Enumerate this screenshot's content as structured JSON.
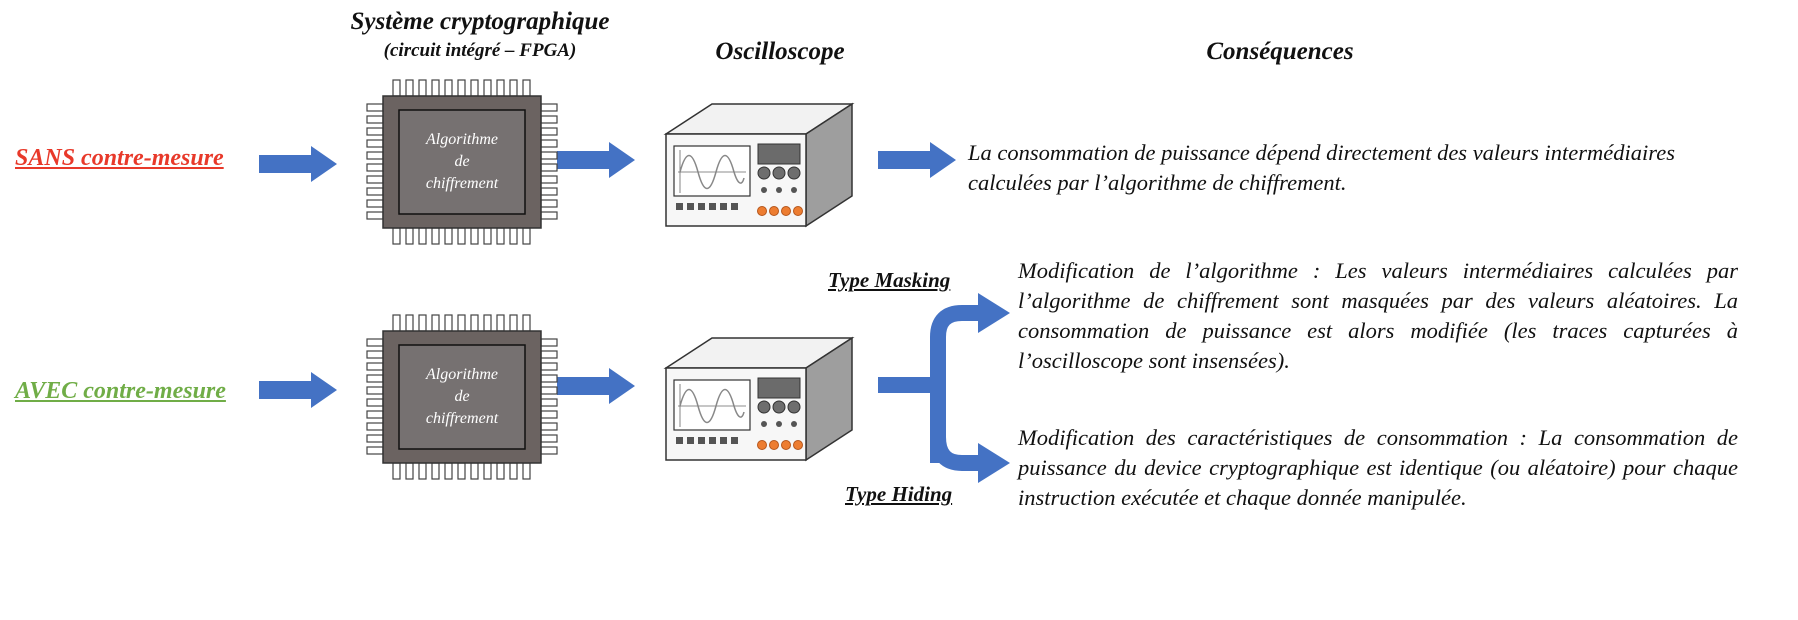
{
  "headers": {
    "system_title": "Système cryptographique",
    "system_sub": "(circuit intégré – FPGA)",
    "oscilloscope": "Oscilloscope",
    "consequences": "Conséquences"
  },
  "rows": {
    "sans": {
      "label": "SANS contre-mesure",
      "color": "#e8392a"
    },
    "avec": {
      "label": "AVEC contre-mesure",
      "color": "#70ad47"
    }
  },
  "chip": {
    "line1": "Algorithme",
    "line2": "de",
    "line3": "chiffrement"
  },
  "types": {
    "masking": "Type Masking",
    "hiding": "Type Hiding"
  },
  "descriptions": {
    "sans": "La consommation de puissance dépend directement des valeurs intermédiaires calculées par l’algorithme de chiffrement.",
    "masking": "Modification de l’algorithme : Les valeurs intermédiaires calculées par l’algorithme de chiffrement sont masquées par des valeurs aléatoires. La consommation de puissance est alors modifiée (les traces capturées à l’oscilloscope sont insensées).",
    "hiding": "Modification des caractéristiques de consommation : La consommation de puissance du device cryptographique est identique (ou aléatoire) pour chaque instruction exécutée et chaque donnée manipulée."
  },
  "colors": {
    "arrow": "#4472c4",
    "chip_body": "#6b6361",
    "chip_core": "#767171"
  }
}
